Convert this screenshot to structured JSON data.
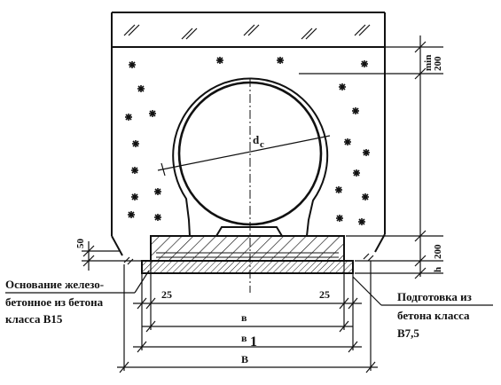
{
  "drawing": {
    "labels": {
      "base_line1": "Основание железо-",
      "base_line2": "бетонное из бетона",
      "base_line3": "класса В15",
      "prep_line1": "Подготовка из",
      "prep_line2": "бетона класса",
      "prep_line3": "В7,5"
    },
    "dimensions": {
      "pipe_diameter": "d",
      "pipe_diameter_sub": "c",
      "cover_min_value": "200",
      "cover_min_word": "min",
      "base_height": "200",
      "prep_height": "h",
      "step_height": "50",
      "offset_left": "25",
      "offset_right": "25",
      "width_b": "в",
      "width_b1": "в",
      "width_b1_sub": "1",
      "width_B": "B"
    }
  }
}
